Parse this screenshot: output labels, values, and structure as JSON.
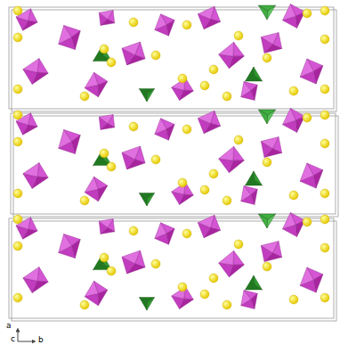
{
  "diagram": {
    "labels": [
      "a",
      "c",
      "b"
    ]
  }
}
